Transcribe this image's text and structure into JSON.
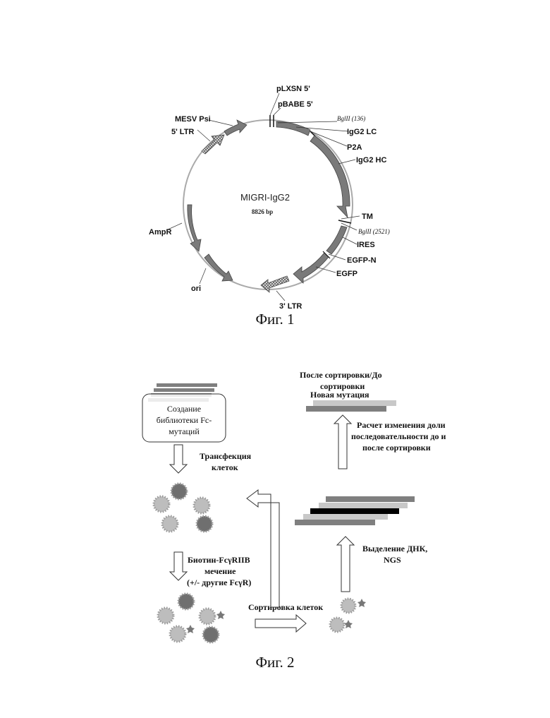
{
  "figure1": {
    "caption": "Фиг. 1",
    "plasmid_name": "MIGRI-IgG2",
    "plasmid_size": "8826 bp",
    "labels": {
      "pLXSN": "pLXSN 5'",
      "pBABE": "pBABE 5'",
      "mesv": "MESV Psi",
      "ltr5": "5' LTR",
      "bglII_1": "BglII (136)",
      "igg2_lc": "IgG2 LC",
      "p2a": "P2A",
      "igg2_hc": "IgG2 HC",
      "tm": "TM",
      "bglII_2": "BglII (2521)",
      "ires": "IRES",
      "egfp_n": "EGFP-N",
      "egfp": "EGFP",
      "ltr3": "3' LTR",
      "ori": "ori",
      "ampr": "AmpR"
    }
  },
  "figure2": {
    "caption": "Фиг. 2",
    "library": [
      "Создание",
      "библиотеки Fc-",
      "мутаций"
    ],
    "transfection": [
      "Трансфекция",
      "клеток"
    ],
    "labeling": [
      "Биотин-FcγRIIB",
      "мечение",
      "(+/- другие FcγR)"
    ],
    "sorting": "Сортировка клеток",
    "dna": [
      "Выделение ДНК,",
      "NGS"
    ],
    "calc": [
      "Расчет изменения доли",
      "последовательности до и",
      "после сортировки"
    ],
    "after": [
      "После сортировки/До",
      "сортировки",
      "Новая мутация"
    ]
  },
  "colors": {
    "arrow_fill": "#7a7a7a",
    "cell_light": "#bdbdbd",
    "cell_dark": "#6f6f6f",
    "bar_dark": "#7f7f7f",
    "bar_light": "#c8c8c8",
    "bar_black": "#000000"
  }
}
